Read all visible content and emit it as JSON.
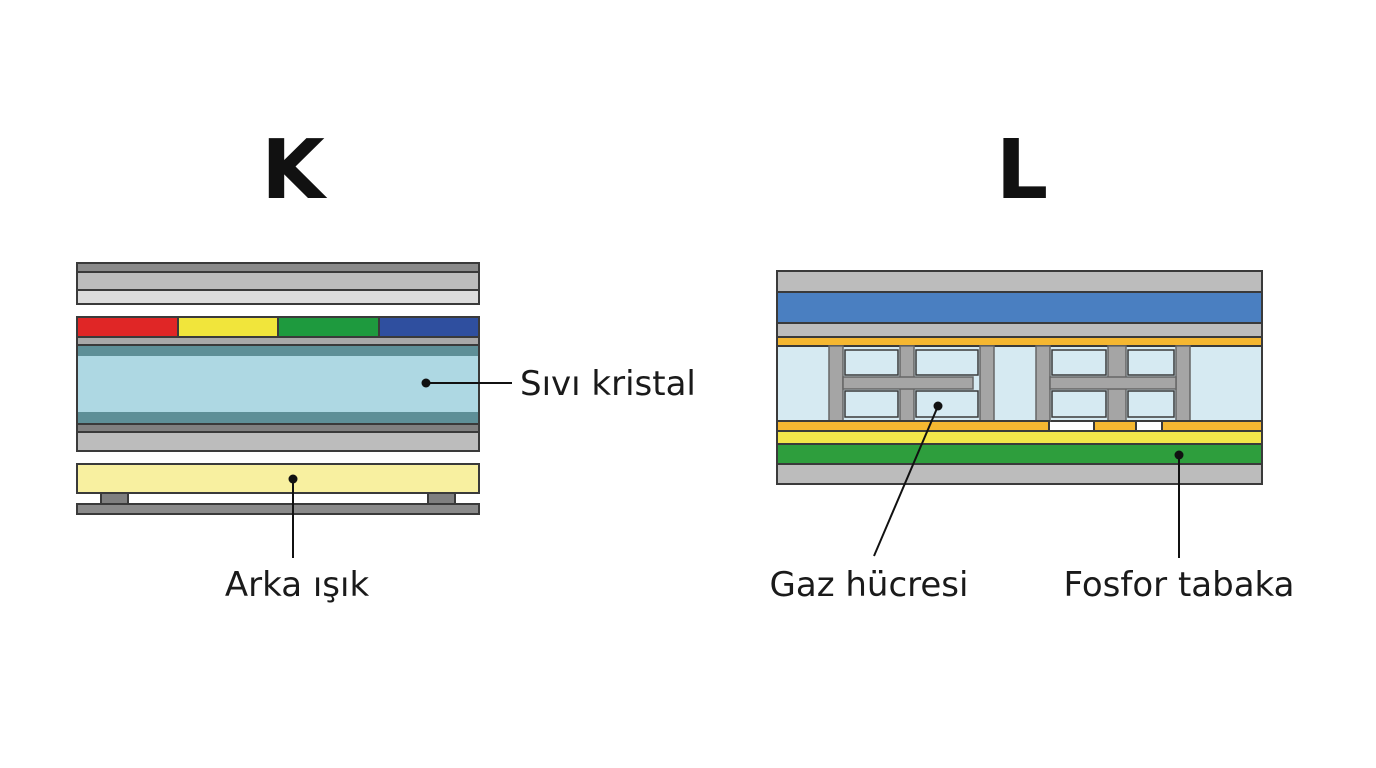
{
  "diagram_k": {
    "title": "K",
    "labels": {
      "liquid_crystal": "Sıvı kristal",
      "backlight": "Arka ışık"
    }
  },
  "diagram_l": {
    "title": "L",
    "labels": {
      "gas_cell": "Gaz hücresi",
      "phosphor_layer": "Fosfor tabaka"
    }
  },
  "colors": {
    "outline": "#3a3a3a",
    "glass_gray": "#b9b9b9",
    "light_gray": "#d9d9d9",
    "dark_gray": "#7f7f7f",
    "filter_red": "#e02626",
    "filter_yellow": "#f1e53b",
    "filter_green": "#1e9a3e",
    "filter_blue": "#2f4f9f",
    "liquid_crystal": "#aed8e3",
    "lc_edge": "#5e8f97",
    "backlight": "#f8f0a0",
    "panel_blue": "#4a7fc1",
    "electrode_orange": "#f5b731",
    "cell_fill": "#d6eaf2",
    "phosphor_yellow": "#f4e64a",
    "phosphor_green": "#2e9e3d"
  }
}
